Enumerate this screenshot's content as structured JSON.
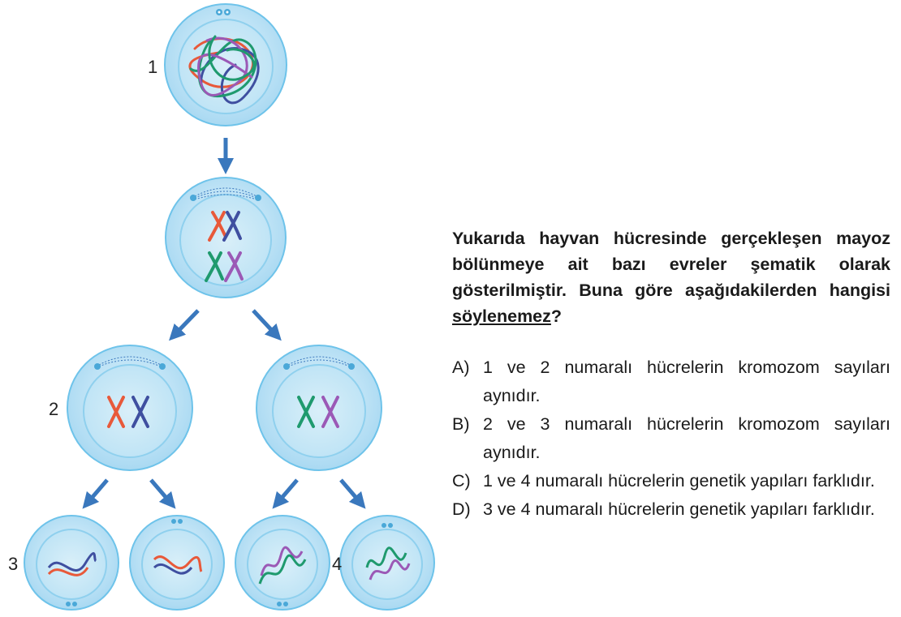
{
  "labels": {
    "cell1": "1",
    "cell2": "2",
    "cell3": "3",
    "cell4": "4"
  },
  "question": {
    "text_before": "Yukarıda hayvan hücresinde gerçekleşen mayoz bölünmeye ait bazı evreler şematik olarak gösterilmiştir. Buna göre aşağıdakilerden hangisi ",
    "emphasis": "söylenemez",
    "text_after": "?"
  },
  "options": [
    {
      "letter": "A)",
      "text": "1 ve 2 numaralı hücrelerin kromozom sayıları aynıdır."
    },
    {
      "letter": "B)",
      "text": "2 ve 3 numaralı hücrelerin kromozom sayıları aynıdır."
    },
    {
      "letter": "C)",
      "text": "1 ve 4 numaralı hücrelerin genetik yapıları farklıdır."
    },
    {
      "letter": "D)",
      "text": "3 ve 4 numaralı hücrelerin genetik yapıları farklıdır."
    }
  ],
  "colors": {
    "cell_outer": "#bfe3f6",
    "cell_stroke": "#6ec3ea",
    "nucleus": "#cfeaf8",
    "arrow": "#3a78bd",
    "red": "#e8593a",
    "blue": "#3f4fa0",
    "green": "#1f9a6e",
    "purple": "#9b59b6"
  }
}
